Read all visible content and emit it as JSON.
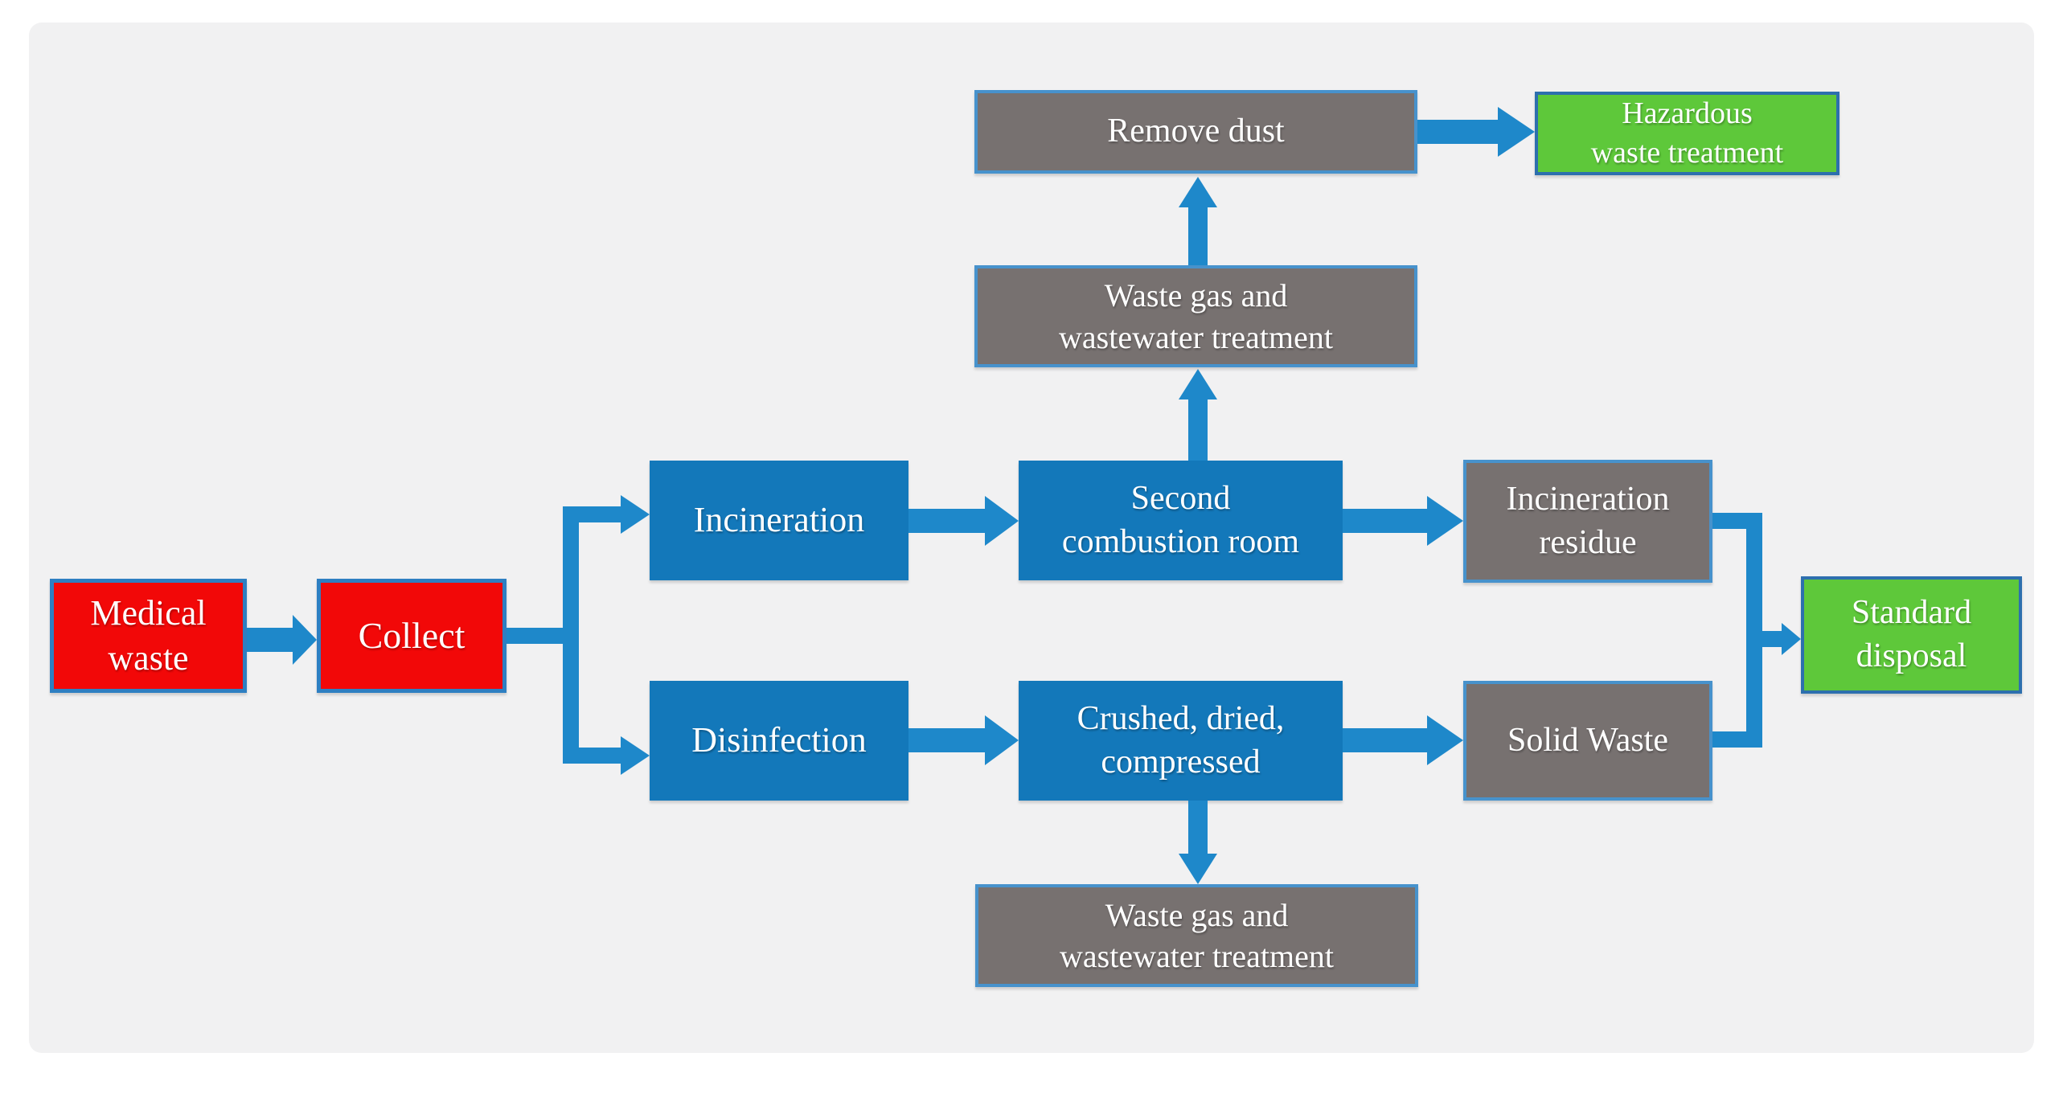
{
  "figure": {
    "type": "flowchart",
    "title": "Medical waste treatment process flow",
    "background": "#ffffff",
    "panel_background": "#f1f1f2"
  },
  "palette": {
    "source_red": "#f20808",
    "process_blue": "#1378ba",
    "byproduct_gray": "#777170",
    "final_green": "#5ec83a",
    "arrow_blue": "#1e88ca",
    "border_blue": "#2e7fc2",
    "text": "#ffffff"
  },
  "nodes": {
    "medical_waste": {
      "line1": "Medical",
      "line2": "waste"
    },
    "collect": {
      "line1": "Collect"
    },
    "incineration": {
      "line1": "Incineration"
    },
    "disinfection": {
      "line1": "Disinfection"
    },
    "second_combustion": {
      "line1": "Second",
      "line2": "combustion room"
    },
    "crushed": {
      "line1": "Crushed, dried,",
      "line2": "compressed"
    },
    "waste_gas_top": {
      "line1": "Waste gas and",
      "line2": "wastewater treatment"
    },
    "remove_dust": {
      "line1": "Remove dust"
    },
    "hazardous": {
      "line1": "Hazardous",
      "line2": "waste treatment"
    },
    "incineration_residue": {
      "line1": "Incineration",
      "line2": "residue"
    },
    "solid_waste": {
      "line1": "Solid Waste"
    },
    "standard_disposal": {
      "line1": "Standard",
      "line2": "disposal"
    },
    "waste_gas_bottom": {
      "line1": "Waste gas and",
      "line2": "wastewater treatment"
    }
  },
  "edges": [
    "medical_waste -> collect",
    "collect -> incineration",
    "collect -> disinfection",
    "incineration -> second_combustion",
    "second_combustion -> waste_gas_top",
    "waste_gas_top -> remove_dust",
    "remove_dust -> hazardous",
    "second_combustion -> incineration_residue",
    "disinfection -> crushed",
    "crushed -> solid_waste",
    "crushed -> waste_gas_bottom",
    "incineration_residue -> standard_disposal",
    "solid_waste -> standard_disposal"
  ]
}
